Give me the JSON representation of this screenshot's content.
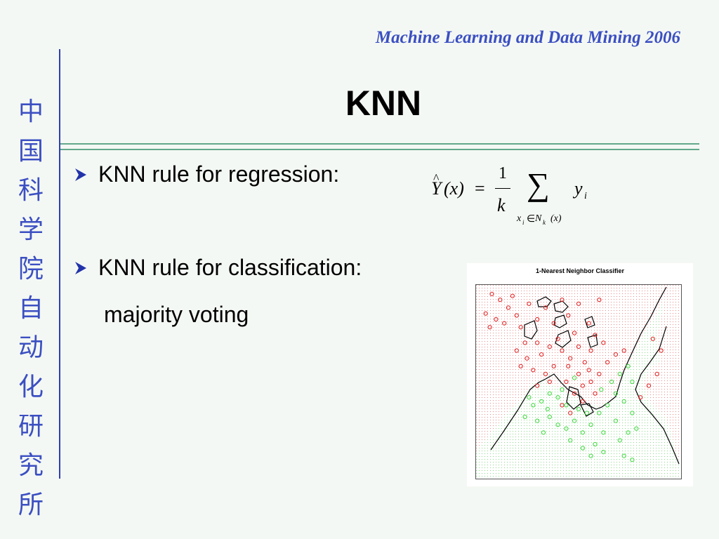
{
  "header": {
    "course": "Machine Learning and Data Mining 2006"
  },
  "sidebar": {
    "institute_chars": [
      "中",
      "国",
      "科",
      "学",
      "院",
      "自",
      "动",
      "化",
      "研",
      "究",
      "所"
    ]
  },
  "slide": {
    "title": "KNN",
    "bullets": [
      {
        "text": "KNN rule for regression:"
      },
      {
        "text": "KNN rule for classification:"
      }
    ],
    "sub_text": "majority voting"
  },
  "formula": {
    "lhs_symbol": "Y",
    "lhs_hat": "^",
    "lhs_arg": "(x)",
    "equals": "=",
    "numerator": "1",
    "denominator": "k",
    "sum_symbol": "∑",
    "sum_index": "x",
    "sum_index_sub": "i",
    "member": "∈",
    "set": "N",
    "set_sub": "k",
    "set_arg": "(x)",
    "summand": "y",
    "summand_sub": "i"
  },
  "figure": {
    "title": "1-Nearest Neighbor Classifier",
    "colors": {
      "class_a": "#e02020",
      "class_b": "#3fd83f",
      "boundary": "#000000"
    },
    "class_a_points": [
      [
        0.08,
        0.05
      ],
      [
        0.12,
        0.08
      ],
      [
        0.18,
        0.06
      ],
      [
        0.16,
        0.12
      ],
      [
        0.05,
        0.15
      ],
      [
        0.1,
        0.18
      ],
      [
        0.14,
        0.2
      ],
      [
        0.07,
        0.22
      ],
      [
        0.2,
        0.16
      ],
      [
        0.22,
        0.22
      ],
      [
        0.26,
        0.1
      ],
      [
        0.3,
        0.18
      ],
      [
        0.34,
        0.12
      ],
      [
        0.38,
        0.2
      ],
      [
        0.42,
        0.08
      ],
      [
        0.45,
        0.16
      ],
      [
        0.5,
        0.1
      ],
      [
        0.55,
        0.2
      ],
      [
        0.6,
        0.08
      ],
      [
        0.58,
        0.26
      ],
      [
        0.48,
        0.25
      ],
      [
        0.4,
        0.28
      ],
      [
        0.36,
        0.32
      ],
      [
        0.3,
        0.3
      ],
      [
        0.24,
        0.3
      ],
      [
        0.2,
        0.34
      ],
      [
        0.25,
        0.38
      ],
      [
        0.32,
        0.36
      ],
      [
        0.42,
        0.34
      ],
      [
        0.46,
        0.38
      ],
      [
        0.5,
        0.32
      ],
      [
        0.53,
        0.4
      ],
      [
        0.56,
        0.34
      ],
      [
        0.62,
        0.3
      ],
      [
        0.55,
        0.44
      ],
      [
        0.5,
        0.46
      ],
      [
        0.45,
        0.42
      ],
      [
        0.38,
        0.42
      ],
      [
        0.34,
        0.46
      ],
      [
        0.28,
        0.44
      ],
      [
        0.22,
        0.42
      ],
      [
        0.52,
        0.52
      ],
      [
        0.56,
        0.5
      ],
      [
        0.6,
        0.46
      ],
      [
        0.58,
        0.56
      ],
      [
        0.48,
        0.56
      ],
      [
        0.44,
        0.5
      ],
      [
        0.42,
        0.62
      ],
      [
        0.46,
        0.66
      ],
      [
        0.52,
        0.6
      ],
      [
        0.64,
        0.4
      ],
      [
        0.68,
        0.36
      ],
      [
        0.72,
        0.34
      ],
      [
        0.86,
        0.28
      ],
      [
        0.9,
        0.34
      ],
      [
        0.88,
        0.46
      ],
      [
        0.84,
        0.52
      ],
      [
        0.8,
        0.58
      ],
      [
        0.36,
        0.5
      ],
      [
        0.3,
        0.52
      ]
    ],
    "class_b_points": [
      [
        0.36,
        0.56
      ],
      [
        0.4,
        0.58
      ],
      [
        0.42,
        0.54
      ],
      [
        0.32,
        0.6
      ],
      [
        0.28,
        0.62
      ],
      [
        0.24,
        0.68
      ],
      [
        0.3,
        0.7
      ],
      [
        0.36,
        0.68
      ],
      [
        0.4,
        0.72
      ],
      [
        0.44,
        0.74
      ],
      [
        0.48,
        0.7
      ],
      [
        0.52,
        0.76
      ],
      [
        0.56,
        0.72
      ],
      [
        0.6,
        0.66
      ],
      [
        0.64,
        0.62
      ],
      [
        0.68,
        0.56
      ],
      [
        0.66,
        0.5
      ],
      [
        0.7,
        0.46
      ],
      [
        0.74,
        0.42
      ],
      [
        0.76,
        0.5
      ],
      [
        0.72,
        0.6
      ],
      [
        0.76,
        0.66
      ],
      [
        0.68,
        0.7
      ],
      [
        0.62,
        0.76
      ],
      [
        0.58,
        0.82
      ],
      [
        0.52,
        0.84
      ],
      [
        0.46,
        0.8
      ],
      [
        0.56,
        0.88
      ],
      [
        0.62,
        0.86
      ],
      [
        0.7,
        0.8
      ],
      [
        0.74,
        0.76
      ],
      [
        0.78,
        0.74
      ],
      [
        0.72,
        0.88
      ],
      [
        0.76,
        0.9
      ],
      [
        0.44,
        0.62
      ],
      [
        0.5,
        0.64
      ],
      [
        0.54,
        0.66
      ],
      [
        0.35,
        0.64
      ],
      [
        0.26,
        0.58
      ],
      [
        0.33,
        0.76
      ],
      [
        0.48,
        0.48
      ],
      [
        0.61,
        0.54
      ]
    ]
  }
}
